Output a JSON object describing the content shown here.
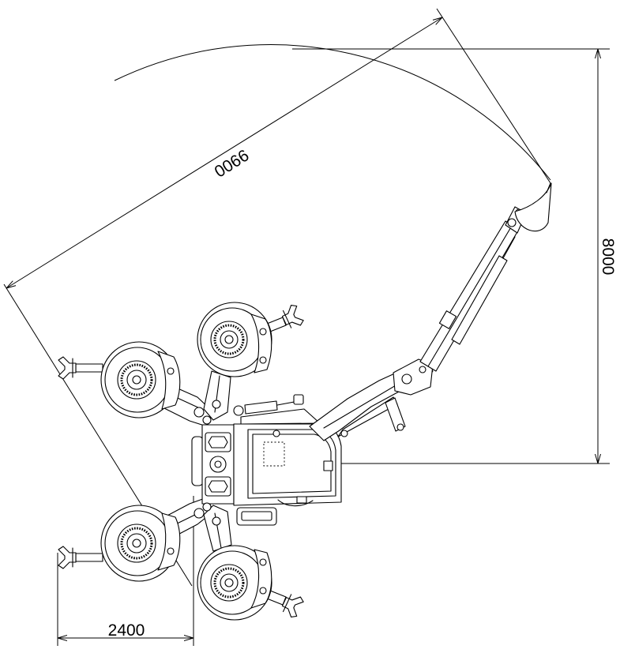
{
  "dimensions": {
    "reach": "0066",
    "height": "8000",
    "foot_spacing": "2400"
  },
  "colors": {
    "line": "#000000",
    "background": "#ffffff"
  }
}
